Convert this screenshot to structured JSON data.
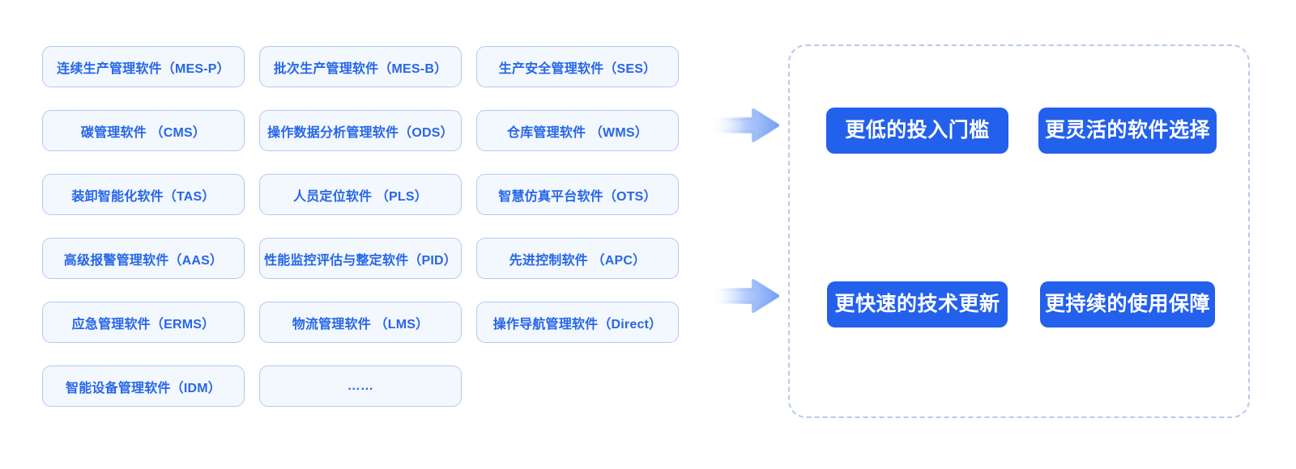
{
  "colors": {
    "module_box_background": "#f3f7fe",
    "module_box_border": "#b2c9f4",
    "module_text_blue": "#2667e8",
    "badge_background": "#2360eb",
    "badge_text": "#ffffff",
    "panel_dashed_border": "#b7c9f2",
    "arrow_gradient_end": "#77a1f4"
  },
  "modules": {
    "items": [
      {
        "label": "连续生产管理软件（MES-P）"
      },
      {
        "label": "批次生产管理软件（MES-B）"
      },
      {
        "label": "生产安全管理软件（SES）"
      },
      {
        "label": "碳管理软件 （CMS）"
      },
      {
        "label": "操作数据分析管理软件（ODS）"
      },
      {
        "label": "仓库管理软件 （WMS）"
      },
      {
        "label": "装卸智能化软件（TAS）"
      },
      {
        "label": "人员定位软件 （PLS）"
      },
      {
        "label": "智慧仿真平台软件（OTS）"
      },
      {
        "label": "高级报警管理软件（AAS）"
      },
      {
        "label": "性能监控评估与整定软件（PID）"
      },
      {
        "label": "先进控制软件 （APC）"
      },
      {
        "label": "应急管理软件（ERMS）"
      },
      {
        "label": "物流管理软件 （LMS）"
      },
      {
        "label": "操作导航管理软件（Direct）"
      },
      {
        "label": "智能设备管理软件（IDM）"
      },
      {
        "label": "……"
      }
    ]
  },
  "benefits": {
    "items": [
      {
        "label": "更低的投入门槛"
      },
      {
        "label": "更灵活的软件选择"
      },
      {
        "label": "更快速的技术更新"
      },
      {
        "label": "更持续的使用保障"
      }
    ]
  }
}
